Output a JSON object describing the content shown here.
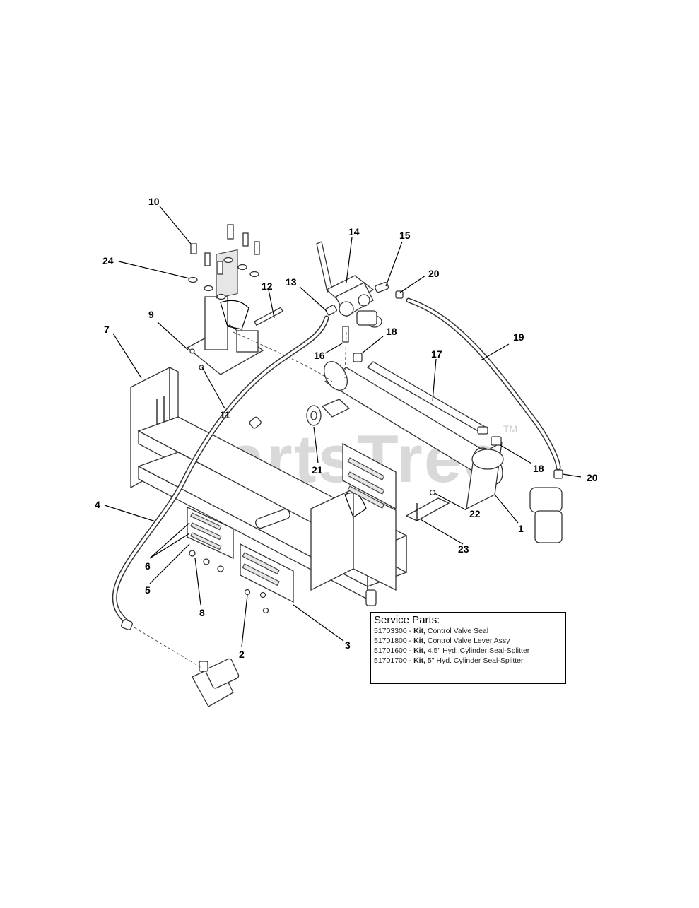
{
  "watermark": {
    "text": "PartsTree",
    "mark": "TM"
  },
  "callouts": [
    {
      "id": "c10",
      "label": "10"
    },
    {
      "id": "c14",
      "label": "14"
    },
    {
      "id": "c15",
      "label": "15"
    },
    {
      "id": "c24",
      "label": "24"
    },
    {
      "id": "c20a",
      "label": "20"
    },
    {
      "id": "c13",
      "label": "13"
    },
    {
      "id": "c12",
      "label": "12"
    },
    {
      "id": "c9",
      "label": "9"
    },
    {
      "id": "c18a",
      "label": "18"
    },
    {
      "id": "c19",
      "label": "19"
    },
    {
      "id": "c7",
      "label": "7"
    },
    {
      "id": "c16",
      "label": "16"
    },
    {
      "id": "c17",
      "label": "17"
    },
    {
      "id": "c11",
      "label": "11"
    },
    {
      "id": "c21",
      "label": "21"
    },
    {
      "id": "c18b",
      "label": "18"
    },
    {
      "id": "c20b",
      "label": "20"
    },
    {
      "id": "c4",
      "label": "4"
    },
    {
      "id": "c22",
      "label": "22"
    },
    {
      "id": "c1",
      "label": "1"
    },
    {
      "id": "c23",
      "label": "23"
    },
    {
      "id": "c6",
      "label": "6"
    },
    {
      "id": "c5",
      "label": "5"
    },
    {
      "id": "c8",
      "label": "8"
    },
    {
      "id": "c2",
      "label": "2"
    },
    {
      "id": "c3",
      "label": "3"
    }
  ],
  "service_parts": {
    "title": "Service Parts:",
    "items": [
      {
        "part_no": "51703300",
        "kit": "Kit,",
        "desc": "Control Valve Seal"
      },
      {
        "part_no": "51701800",
        "kit": "Kit,",
        "desc": "Control Valve Lever Assy"
      },
      {
        "part_no": "51701600",
        "kit": "Kit,",
        "desc": "4.5\" Hyd. Cylinder Seal-Splitter"
      },
      {
        "part_no": "51701700",
        "kit": "Kit,",
        "desc": "5\" Hyd. Cylinder Seal-Splitter"
      }
    ]
  }
}
